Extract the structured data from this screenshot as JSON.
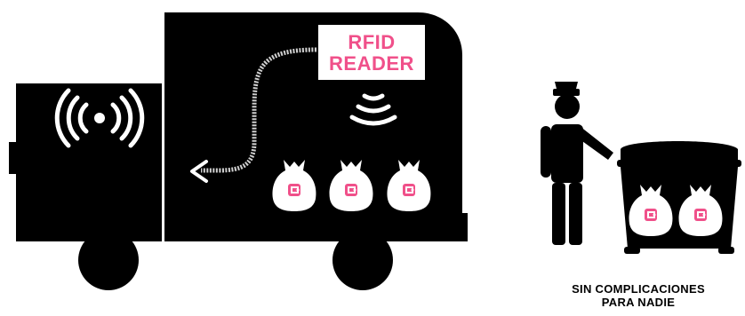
{
  "reader": {
    "line1": "RFID",
    "line2": "READER"
  },
  "caption": {
    "line1": "SIN COMPLICACIONES",
    "line2": "PARA NADIE"
  },
  "colors": {
    "truck": "#000000",
    "accent": "#f0508a",
    "bag": "#ffffff",
    "background": "#ffffff"
  },
  "icons": [
    "rfid-wave-icon",
    "garbage-bag-icon",
    "person-icon",
    "dumpster-icon"
  ]
}
